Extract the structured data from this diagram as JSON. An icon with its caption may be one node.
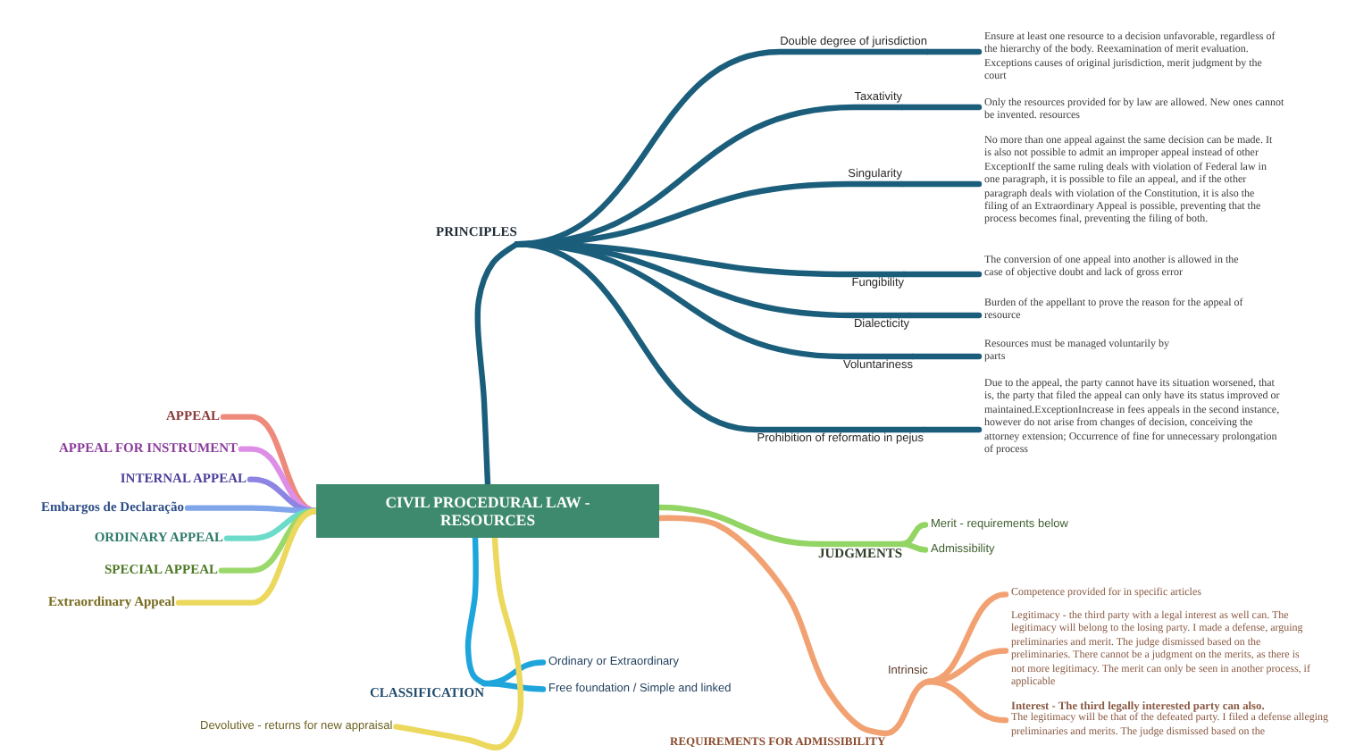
{
  "diagram": {
    "nodes": [
      {
        "text": [
          "CIVIL PROCEDURAL LAW - RESOURCES"
        ]
      },
      {
        "text": [
          "PRINCIPLES"
        ]
      },
      {
        "text": [
          "Double degree of jurisdiction"
        ]
      },
      {
        "text": [
          "Ensure at least one resource to a decision unfavorable, regardless of the hierarchy of the body. Reexamination of merit evaluation. Exceptions causes of original jurisdiction, merit judgment by the court"
        ]
      },
      {
        "text": [
          "Taxativity"
        ]
      },
      {
        "text": [
          "Only the resources provided for by law are allowed. New ones cannot be invented. resources"
        ]
      },
      {
        "text": [
          "Singularity"
        ]
      },
      {
        "text": [
          "No more than one appeal against the same decision can be made. It is also not possible to admit an improper appeal instead of other ExceptionIf the same ruling deals with violation of Federal law in one paragraph, it is possible to file an appeal, and if the other paragraph deals with violation of the Constitution, it is also the filing of an Extraordinary Appeal is possible, preventing that the process becomes final, preventing the filing of both."
        ]
      },
      {
        "text": [
          "Fungibility"
        ]
      },
      {
        "text": [
          "The conversion of one appeal into another is allowed in the case of objective doubt and lack of gross error"
        ]
      },
      {
        "text": [
          "Dialecticity"
        ]
      },
      {
        "text": [
          "Burden of the appellant to prove the reason for the appeal of resource"
        ]
      },
      {
        "text": [
          "Voluntariness"
        ]
      },
      {
        "text": [
          "Resources must be managed voluntarily by parts"
        ]
      },
      {
        "text": [
          "Prohibition of reformatio in pejus"
        ]
      },
      {
        "text": [
          "Due to the appeal, the party cannot have its situation worsened, that is, the party that filed the appeal can only have its status improved or maintained.ExceptionIncrease in fees appeals in the second instance, however do not arise from changes of decision, conceiving the attorney extension; Occurrence of fine for unnecessary prolongation of process"
        ]
      },
      {
        "text": [
          "APPEAL"
        ]
      },
      {
        "text": [
          "APPEAL FOR INSTRUMENT"
        ]
      },
      {
        "text": [
          "INTERNAL APPEAL"
        ]
      },
      {
        "text": [
          "Embargos de Declaração"
        ]
      },
      {
        "text": [
          "ORDINARY APPEAL"
        ]
      },
      {
        "text": [
          "SPECIAL APPEAL"
        ]
      },
      {
        "text": [
          "Extraordinary Appeal"
        ]
      },
      {
        "text": [
          "JUDGMENTS"
        ]
      },
      {
        "text": [
          "Merit - requirements below"
        ]
      },
      {
        "text": [
          "Admissibility"
        ]
      },
      {
        "text": [
          "CLASSIFICATION"
        ]
      },
      {
        "text": [
          "Ordinary or Extraordinary"
        ]
      },
      {
        "text": [
          "Free foundation / Simple and linked"
        ]
      },
      {
        "text": [
          "Devolutive - returns for new appraisal"
        ]
      },
      {
        "text": [
          "REQUIREMENTS FOR ADMISSIBILITY"
        ]
      },
      {
        "text": [
          "Intrinsic"
        ]
      },
      {
        "text": [
          "Competence provided for in specific articles"
        ]
      },
      {
        "text": [
          "Legitimacy - the third party with a legal interest as well can. The legitimacy will belong to the losing party. I made a defense, arguing preliminaries and merit. The judge dismissed based on the preliminaries. There cannot be a judgment on the merits, as there is not more legitimacy. The merit can only be seen in another process, if applicable"
        ]
      },
      {
        "text": [
          "Interest - The third legally interested party can also.",
          "The legitimacy will be that of the defeated party. I filed a defense alleging preliminaries and merits. The judge dismissed based on the"
        ]
      }
    ],
    "edges": [
      {
        "from": 0,
        "to": 1,
        "arrow": "none"
      },
      {
        "from": 1,
        "to": 2,
        "arrow": "none"
      },
      {
        "from": 2,
        "to": 3,
        "arrow": "none"
      },
      {
        "from": 1,
        "to": 4,
        "arrow": "none"
      },
      {
        "from": 4,
        "to": 5,
        "arrow": "none"
      },
      {
        "from": 1,
        "to": 6,
        "arrow": "none"
      },
      {
        "from": 6,
        "to": 7,
        "arrow": "none"
      },
      {
        "from": 1,
        "to": 8,
        "arrow": "none"
      },
      {
        "from": 8,
        "to": 9,
        "arrow": "none"
      },
      {
        "from": 1,
        "to": 10,
        "arrow": "none"
      },
      {
        "from": 10,
        "to": 11,
        "arrow": "none"
      },
      {
        "from": 1,
        "to": 12,
        "arrow": "none"
      },
      {
        "from": 12,
        "to": 13,
        "arrow": "none"
      },
      {
        "from": 1,
        "to": 14,
        "arrow": "none"
      },
      {
        "from": 14,
        "to": 15,
        "arrow": "none"
      },
      {
        "from": 0,
        "to": 16,
        "arrow": "none",
        "color": "#ee8a7c"
      },
      {
        "from": 0,
        "to": 17,
        "arrow": "none",
        "color": "#dd8ee6"
      },
      {
        "from": 0,
        "to": 18,
        "arrow": "none",
        "color": "#8e84e4"
      },
      {
        "from": 0,
        "to": 19,
        "arrow": "none",
        "color": "#80a5ea"
      },
      {
        "from": 0,
        "to": 20,
        "arrow": "none",
        "color": "#6ddbca"
      },
      {
        "from": 0,
        "to": 21,
        "arrow": "none",
        "color": "#9ad86a"
      },
      {
        "from": 0,
        "to": 22,
        "arrow": "none",
        "color": "#ebd85c"
      },
      {
        "from": 0,
        "to": 23,
        "arrow": "none",
        "color": "#92d564"
      },
      {
        "from": 23,
        "to": 24,
        "arrow": "none",
        "color": "#92d564"
      },
      {
        "from": 23,
        "to": 25,
        "arrow": "none",
        "color": "#92d564"
      },
      {
        "from": 0,
        "to": 26,
        "arrow": "none",
        "color": "#1ea5db"
      },
      {
        "from": 26,
        "to": 27,
        "arrow": "none",
        "color": "#1ea5db"
      },
      {
        "from": 26,
        "to": 28,
        "arrow": "none",
        "color": "#1ea5db"
      },
      {
        "from": 0,
        "to": 29,
        "arrow": "none",
        "color": "#ebd85c"
      },
      {
        "from": 0,
        "to": 30,
        "arrow": "none",
        "color": "#f2a272"
      },
      {
        "from": 30,
        "to": 31,
        "arrow": "none",
        "color": "#f2a272"
      },
      {
        "from": 31,
        "to": 32,
        "arrow": "none",
        "color": "#f2a272"
      },
      {
        "from": 31,
        "to": 33,
        "arrow": "none",
        "color": "#f2a272"
      },
      {
        "from": 31,
        "to": 34,
        "arrow": "none",
        "color": "#f2a272"
      }
    ]
  }
}
